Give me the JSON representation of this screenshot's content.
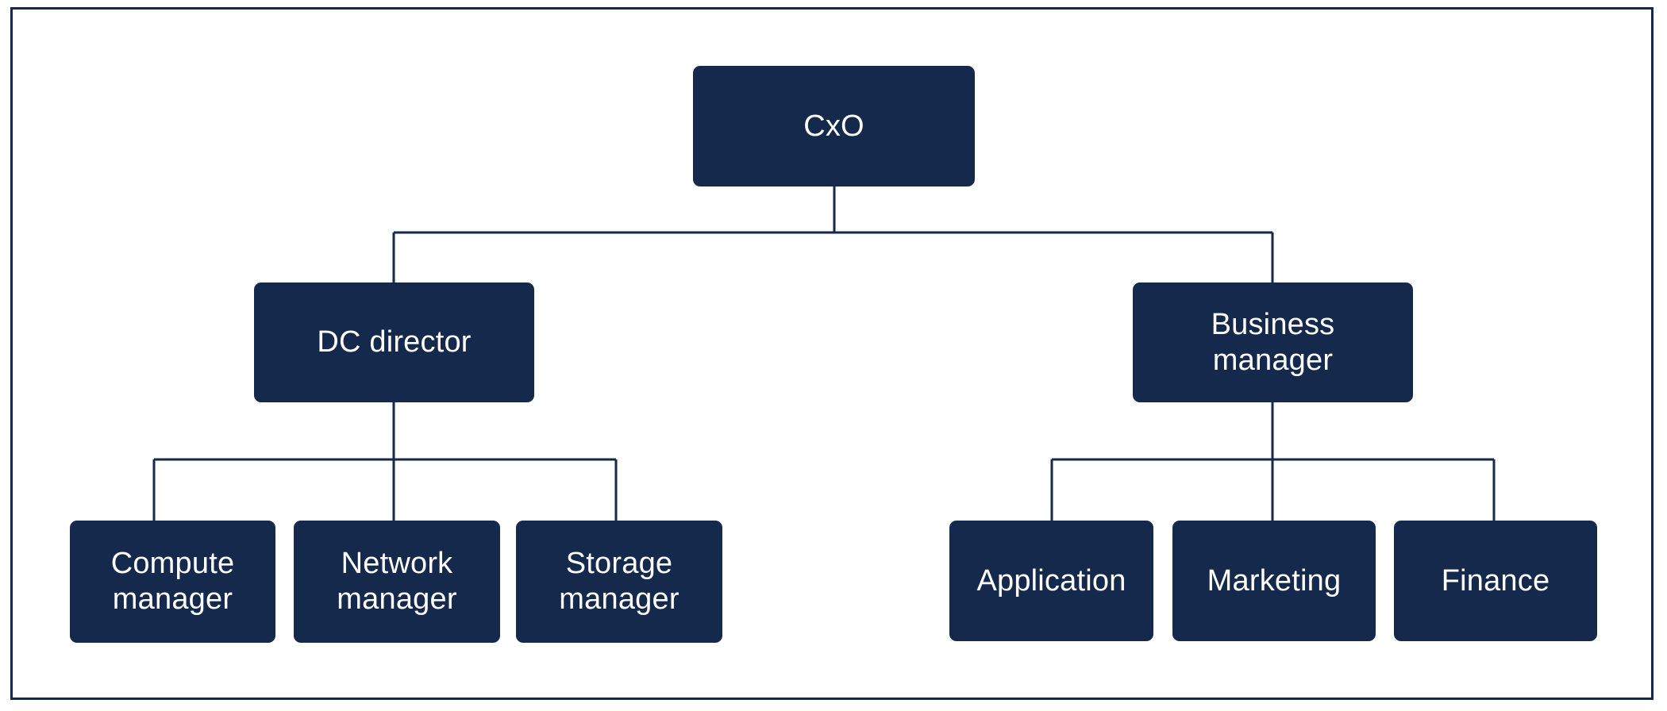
{
  "diagram": {
    "type": "org-chart",
    "title": "",
    "colors": {
      "node_fill": "#14294b",
      "node_text": "#ffffff",
      "connector": "#14294b",
      "frame_border": "#14294b",
      "background": "#ffffff"
    },
    "nodes": {
      "cxo": {
        "label": "CxO"
      },
      "dc_director": {
        "label": "DC director"
      },
      "business_manager": {
        "label": "Business\nmanager"
      },
      "compute_manager": {
        "label": "Compute\nmanager"
      },
      "network_manager": {
        "label": "Network\nmanager"
      },
      "storage_manager": {
        "label": "Storage\nmanager"
      },
      "application": {
        "label": "Application"
      },
      "marketing": {
        "label": "Marketing"
      },
      "finance": {
        "label": "Finance"
      }
    },
    "hierarchy": [
      {
        "id": "cxo",
        "label": "CxO",
        "children": [
          {
            "id": "dc_director",
            "label": "DC director",
            "children": [
              {
                "id": "compute_manager",
                "label": "Compute manager"
              },
              {
                "id": "network_manager",
                "label": "Network manager"
              },
              {
                "id": "storage_manager",
                "label": "Storage manager"
              }
            ]
          },
          {
            "id": "business_manager",
            "label": "Business manager",
            "children": [
              {
                "id": "application",
                "label": "Application"
              },
              {
                "id": "marketing",
                "label": "Marketing"
              },
              {
                "id": "finance",
                "label": "Finance"
              }
            ]
          }
        ]
      }
    ],
    "edges": [
      {
        "from": "cxo",
        "to": "dc_director"
      },
      {
        "from": "cxo",
        "to": "business_manager"
      },
      {
        "from": "dc_director",
        "to": "compute_manager"
      },
      {
        "from": "dc_director",
        "to": "network_manager"
      },
      {
        "from": "dc_director",
        "to": "storage_manager"
      },
      {
        "from": "business_manager",
        "to": "application"
      },
      {
        "from": "business_manager",
        "to": "marketing"
      },
      {
        "from": "business_manager",
        "to": "finance"
      }
    ]
  }
}
